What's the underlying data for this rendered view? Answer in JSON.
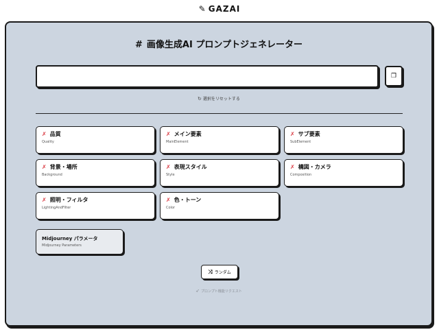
{
  "header": {
    "logo_icon": "pen-icon",
    "logo_text": "GAZAI"
  },
  "main": {
    "title": "画像生成AI プロンプトジェネレーター",
    "title_prefix": "#",
    "prompt_value": "",
    "copy_icon": "copy-icon",
    "reset_label": "選択をリセットする",
    "categories": [
      {
        "name": "品質",
        "sub": "Quality"
      },
      {
        "name": "メイン要素",
        "sub": "MainElement"
      },
      {
        "name": "サブ要素",
        "sub": "SubElement"
      },
      {
        "name": "背景・場所",
        "sub": "Background"
      },
      {
        "name": "表現スタイル",
        "sub": "Style"
      },
      {
        "name": "構図・カメラ",
        "sub": "Composition"
      },
      {
        "name": "照明・フィルタ",
        "sub": "LightingAndFilter"
      },
      {
        "name": "色・トーン",
        "sub": "Color"
      }
    ],
    "midjourney": {
      "name": "Midjourney パラメータ",
      "sub": "Midjourney Parameters"
    },
    "random_label": "ランダム",
    "feature_request_label": "プロンプト機能リクエスト"
  },
  "colors": {
    "panel_bg": "#ccd5e0",
    "accent_red": "#d9363e",
    "border": "#1a1a1a"
  }
}
